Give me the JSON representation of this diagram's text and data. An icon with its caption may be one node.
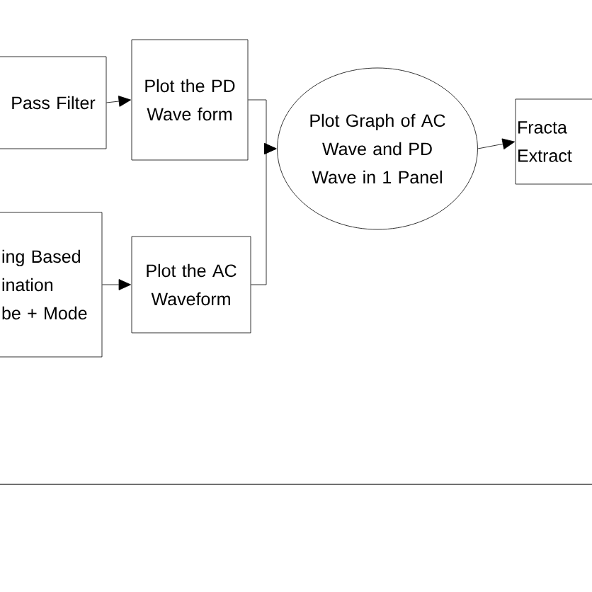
{
  "diagram": {
    "nodes": [
      {
        "text": [
          "Pass Filter"
        ]
      },
      {
        "text": [
          "Plot the PD Wave form"
        ]
      },
      {
        "text": [
          "ing Based",
          "ination",
          "be + Mode"
        ]
      },
      {
        "text": [
          "Plot the AC Waveform"
        ]
      },
      {
        "text": [
          "Plot Graph of AC Wave and PD Wave in 1 Panel"
        ]
      },
      {
        "text": [
          "Fracta",
          "Extract"
        ]
      }
    ],
    "edges": [
      {
        "from": 0,
        "to": 1,
        "arrow": "to"
      },
      {
        "from": 2,
        "to": 3,
        "arrow": "to"
      },
      {
        "from": 1,
        "to": 4,
        "arrow": "to"
      },
      {
        "from": 3,
        "to": 4,
        "arrow": "to"
      },
      {
        "from": 4,
        "to": 5,
        "arrow": "to"
      }
    ]
  }
}
